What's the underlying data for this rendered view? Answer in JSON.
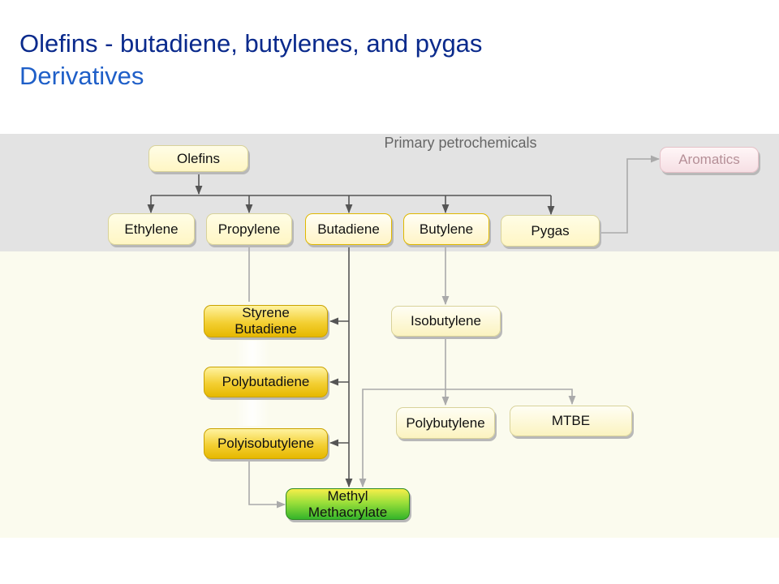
{
  "slide": {
    "title": "Olefins - butadiene, butylenes, and pygas",
    "subtitle": "Derivatives",
    "band_label": "Primary petrochemicals"
  },
  "nodes": {
    "olefins": "Olefins",
    "aromatics": "Aromatics",
    "ethylene": "Ethylene",
    "propylene": "Propylene",
    "butadiene": "Butadiene",
    "butylene": "Butylene",
    "pygas": "Pygas",
    "styrene_butadiene_line1": "Styrene",
    "styrene_butadiene_line2": "Butadiene",
    "polybutadiene": "Polybutadiene",
    "polyisobutylene": "Polyisobutylene",
    "isobutylene": "Isobutylene",
    "polybutylene": "Polybutylene",
    "mtbe": "MTBE",
    "mma_line1": "Methyl",
    "mma_line2": "Methacrylate"
  },
  "colors": {
    "title": "#0a2a8c",
    "subtitle": "#1f5fc8",
    "connector_dark": "#555555",
    "connector_light": "#aaaaaa"
  }
}
